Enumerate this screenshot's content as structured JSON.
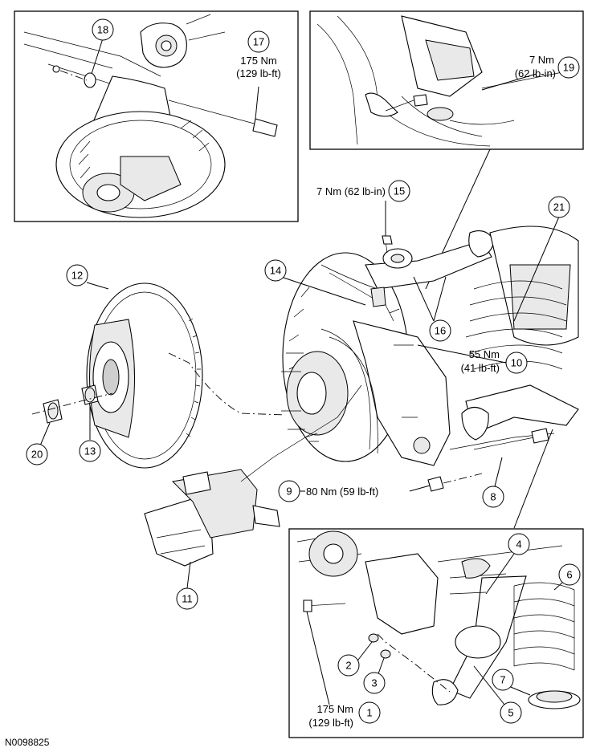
{
  "figure_ref": "N0098825",
  "callouts": {
    "c1": "1",
    "c2": "2",
    "c3": "3",
    "c4": "4",
    "c5": "5",
    "c6": "6",
    "c7": "7",
    "c8": "8",
    "c9": "9",
    "c10": "10",
    "c11": "11",
    "c12": "12",
    "c13": "13",
    "c14": "14",
    "c15": "15",
    "c16": "16",
    "c17": "17",
    "c18": "18",
    "c19": "19",
    "c20": "20",
    "c21": "21"
  },
  "torques": {
    "t17_nm": "175 Nm",
    "t17_lbft": "(129 lb-ft)",
    "t19_nm": "7 Nm",
    "t19_lbin": "(62 lb-in)",
    "t15": "7 Nm (62 lb-in)",
    "t10_nm": "55 Nm",
    "t10_lbft": "(41 lb-ft)",
    "t9": "80 Nm (59 lb-ft)",
    "t1_nm": "175 Nm",
    "t1_lbft": "(129 lb-ft)"
  }
}
